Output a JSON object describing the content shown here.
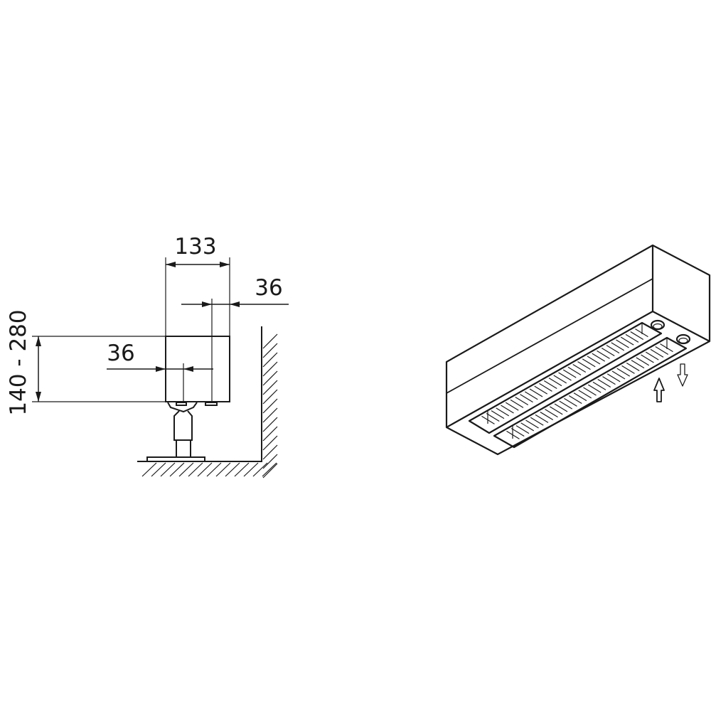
{
  "side_view": {
    "dim_width": "133",
    "dim_top_offset": "36",
    "dim_bottom_offset": "36",
    "dim_height": "140 - 280"
  },
  "iso_view": {
    "arrow_in": "up-arrow",
    "arrow_out": "down-arrow"
  }
}
